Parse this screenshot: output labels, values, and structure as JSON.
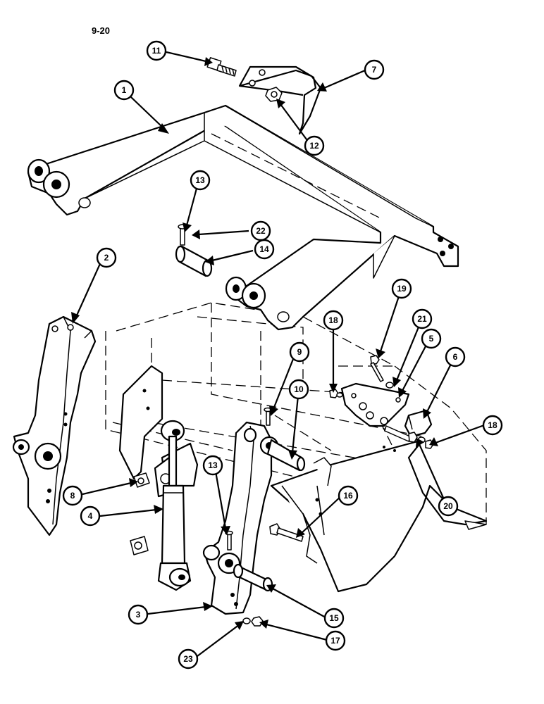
{
  "page_ref": "9-20",
  "callouts": [
    {
      "id": "c1",
      "label": "1"
    },
    {
      "id": "c2",
      "label": "2"
    },
    {
      "id": "c3",
      "label": "3"
    },
    {
      "id": "c4",
      "label": "4"
    },
    {
      "id": "c5",
      "label": "5"
    },
    {
      "id": "c6",
      "label": "6"
    },
    {
      "id": "c7",
      "label": "7"
    },
    {
      "id": "c8",
      "label": "8"
    },
    {
      "id": "c9",
      "label": "9"
    },
    {
      "id": "c10",
      "label": "10"
    },
    {
      "id": "c11",
      "label": "11"
    },
    {
      "id": "c12",
      "label": "12"
    },
    {
      "id": "c13a",
      "label": "13"
    },
    {
      "id": "c13b",
      "label": "13"
    },
    {
      "id": "c14",
      "label": "14"
    },
    {
      "id": "c15",
      "label": "15"
    },
    {
      "id": "c16",
      "label": "16"
    },
    {
      "id": "c17",
      "label": "17"
    },
    {
      "id": "c18a",
      "label": "18"
    },
    {
      "id": "c18b",
      "label": "18"
    },
    {
      "id": "c19",
      "label": "19"
    },
    {
      "id": "c20",
      "label": "20"
    },
    {
      "id": "c21",
      "label": "21"
    },
    {
      "id": "c22",
      "label": "22"
    },
    {
      "id": "c23",
      "label": "23"
    }
  ]
}
